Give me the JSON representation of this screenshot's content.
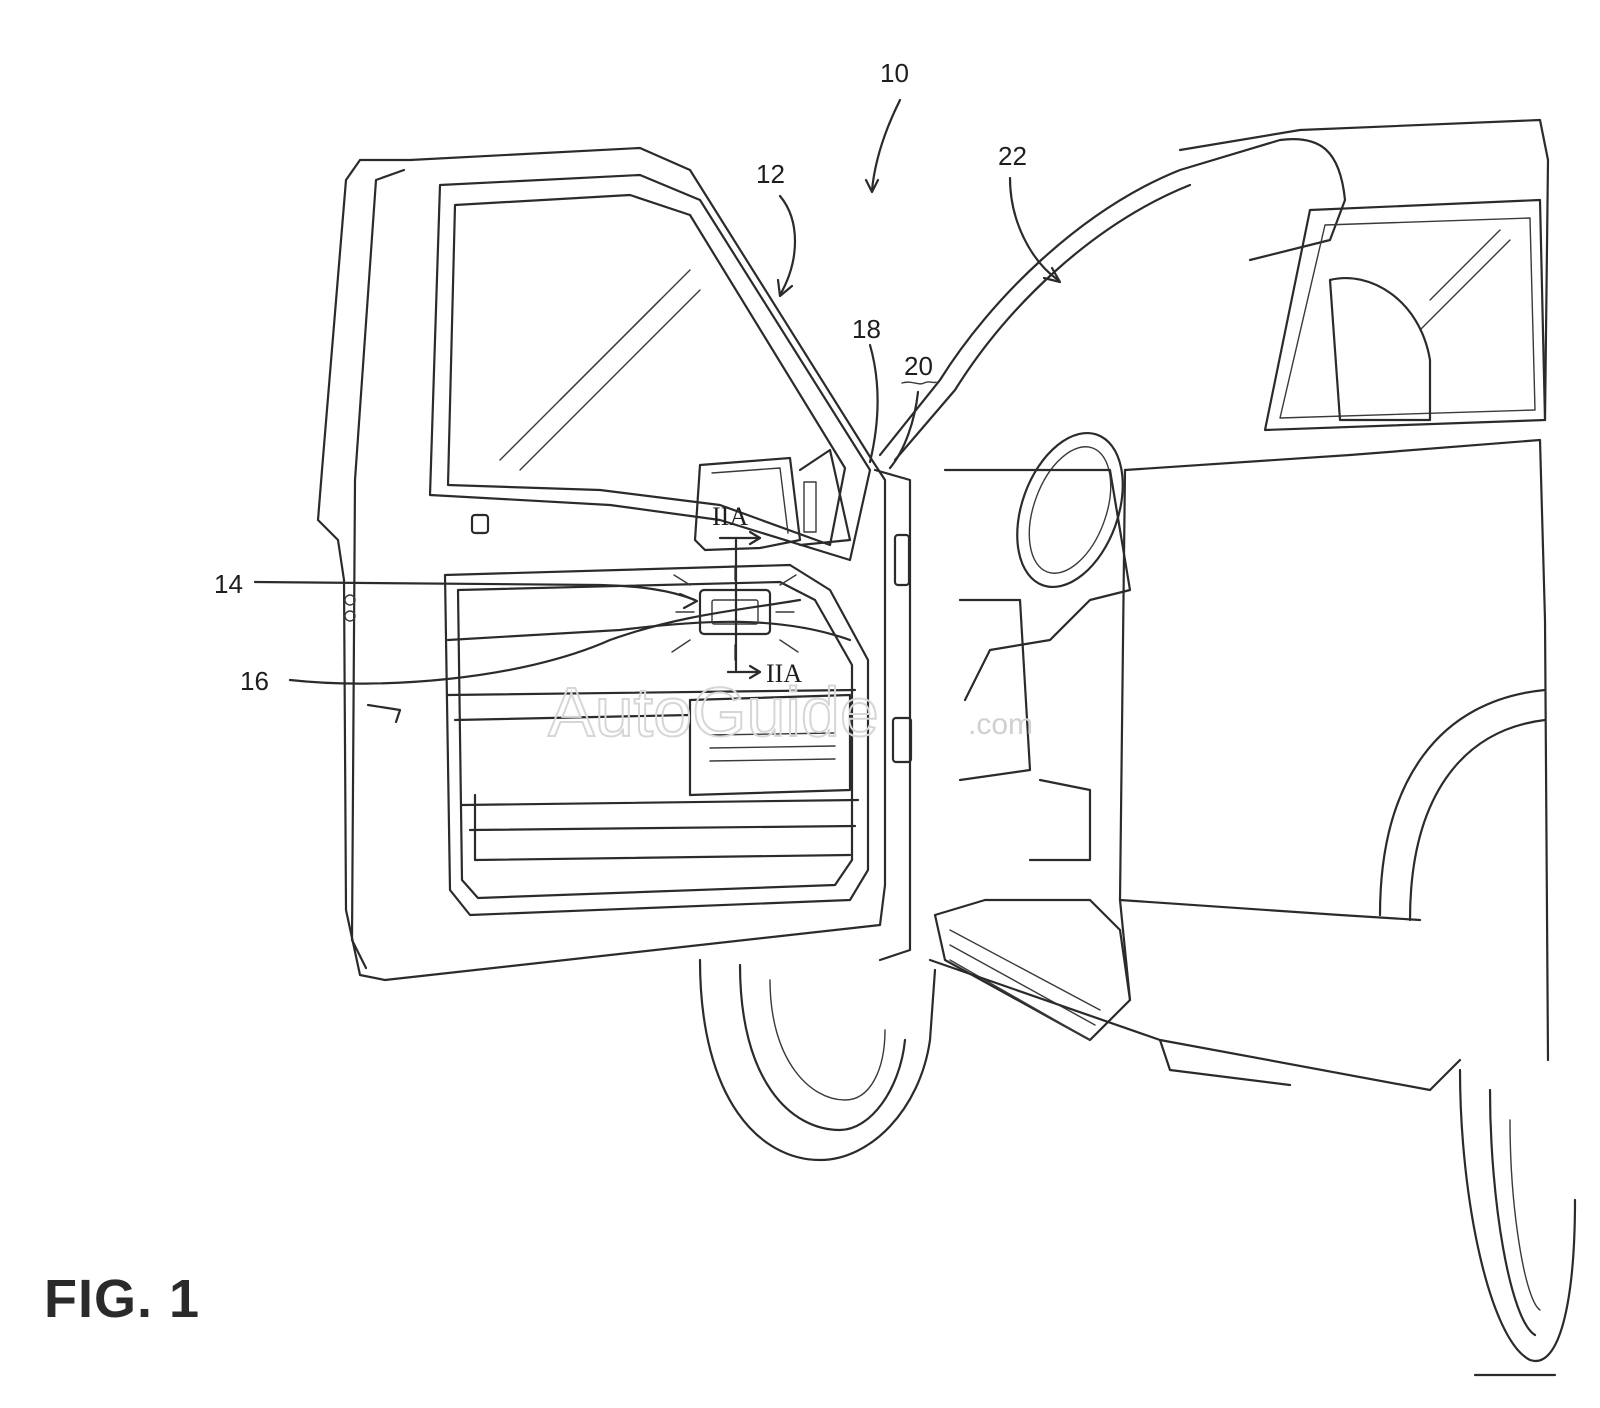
{
  "figure_label": "FIG. 1",
  "reference_numerals": {
    "vehicle": "10",
    "door": "12",
    "sensor_assembly": "14",
    "light_source": "16",
    "pillar": "18",
    "striker": "20",
    "cabin": "22"
  },
  "section_markers": {
    "upper": "IIA",
    "lower": "IIA"
  },
  "watermark": {
    "brand": "AutoGuide",
    "domain": ".com"
  }
}
